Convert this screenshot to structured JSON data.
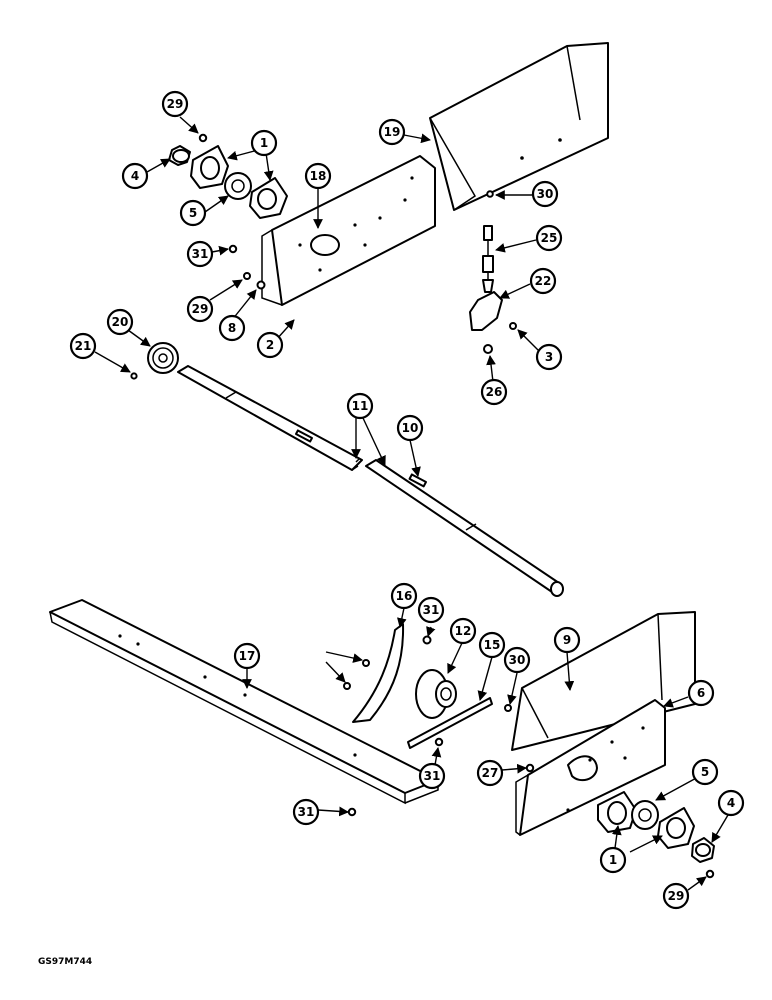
{
  "figure_code": "GS97M744",
  "callouts": [
    "29",
    "1",
    "4",
    "5",
    "18",
    "19",
    "30",
    "31",
    "25",
    "22",
    "29",
    "8",
    "2",
    "3",
    "20",
    "21",
    "26",
    "11",
    "10",
    "16",
    "31",
    "12",
    "15",
    "30",
    "9",
    "6",
    "17",
    "5",
    "27",
    "4",
    "31",
    "1",
    "31",
    "29"
  ]
}
